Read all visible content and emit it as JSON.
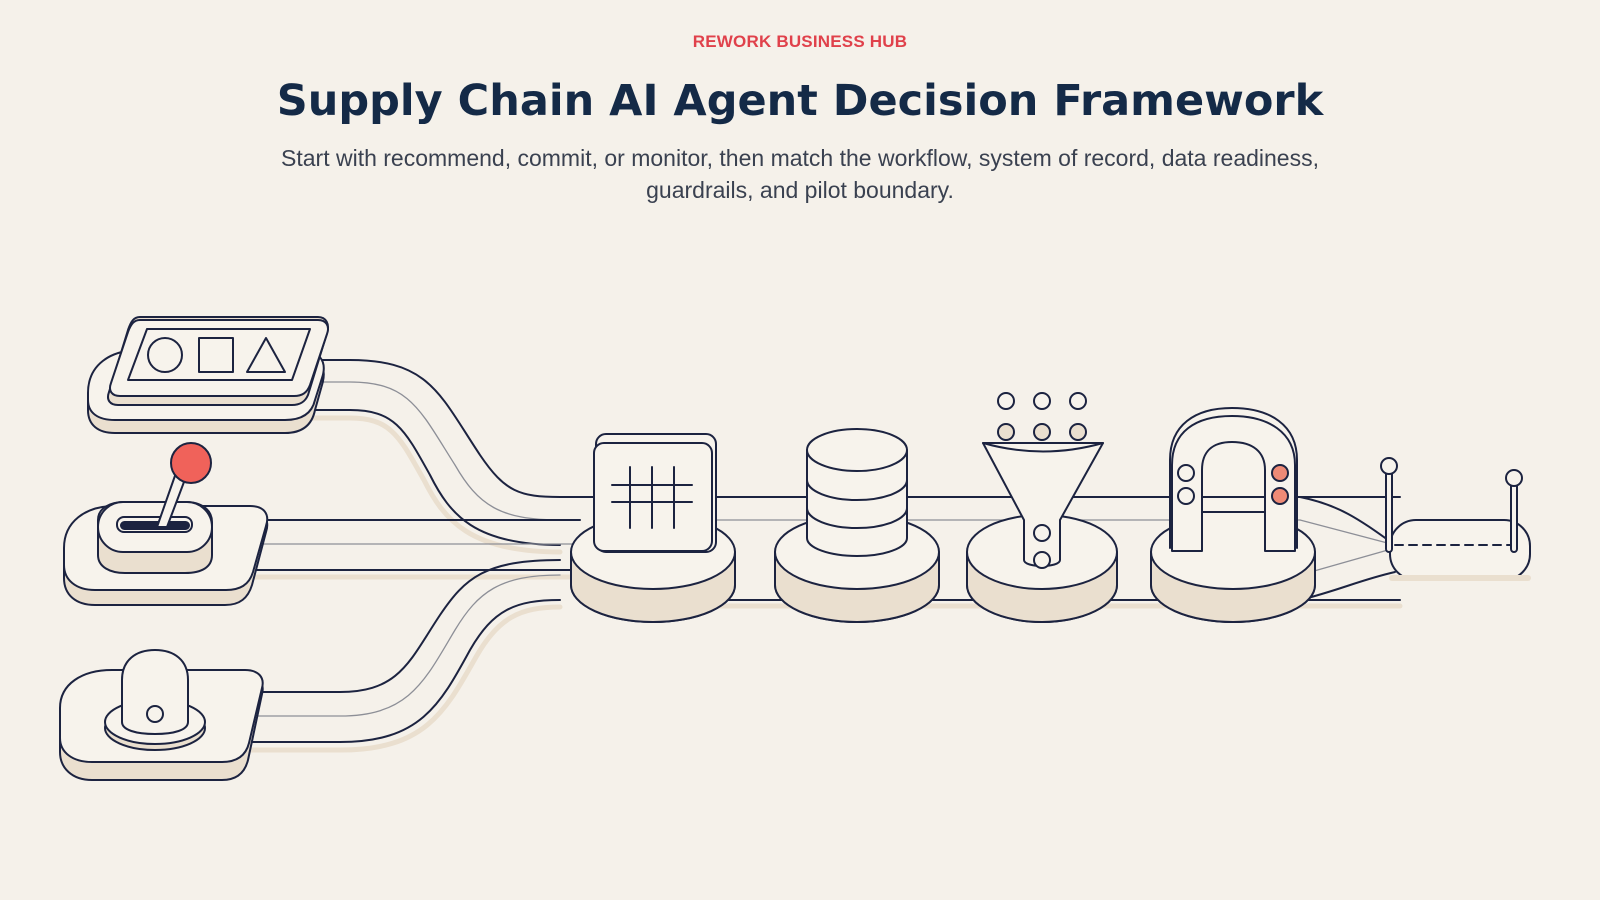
{
  "header": {
    "eyebrow": "REWORK BUSINESS HUB",
    "title": "Supply Chain AI Agent Decision Framework",
    "subtitle": "Start with recommend, commit, or monitor, then match the workflow, system of record, data readiness, guardrails, and pilot boundary."
  },
  "diagram": {
    "input_modes": [
      {
        "icon": "shapes-panel-icon"
      },
      {
        "icon": "joystick-lever-icon"
      },
      {
        "icon": "dome-sensor-icon"
      }
    ],
    "stages": [
      {
        "icon": "grid-board-icon"
      },
      {
        "icon": "database-cylinder-icon"
      },
      {
        "icon": "funnel-filter-icon"
      },
      {
        "icon": "magnet-arch-icon"
      },
      {
        "icon": "boundary-posts-icon"
      }
    ],
    "colors": {
      "background": "#f5f1ea",
      "ink": "#1c2340",
      "accent": "#f0625a",
      "accent_soft": "#ee8a76",
      "shadow": "#eadfcf",
      "surface": "#f7f3ec",
      "title": "#142a47",
      "eyebrow": "#e0414b"
    }
  }
}
